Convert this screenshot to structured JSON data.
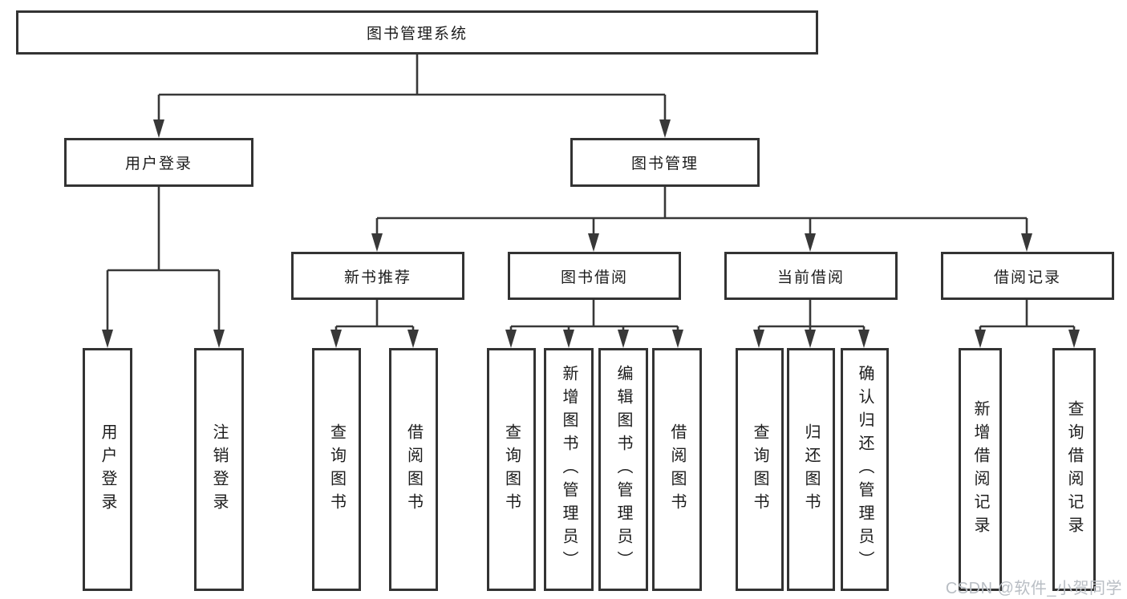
{
  "tree": {
    "root": {
      "label": "图书管理系统",
      "children": [
        {
          "label": "用户登录",
          "children": [
            {
              "label": "用户登录"
            },
            {
              "label": "注销登录"
            }
          ]
        },
        {
          "label": "图书管理",
          "children": [
            {
              "label": "新书推荐",
              "children": [
                {
                  "label": "查询图书"
                },
                {
                  "label": "借阅图书"
                }
              ]
            },
            {
              "label": "图书借阅",
              "children": [
                {
                  "label": "查询图书"
                },
                {
                  "label": "新增图书（管理员）"
                },
                {
                  "label": "编辑图书（管理员）"
                },
                {
                  "label": "借阅图书"
                }
              ]
            },
            {
              "label": "当前借阅",
              "children": [
                {
                  "label": "查询图书"
                },
                {
                  "label": "归还图书"
                },
                {
                  "label": "确认归还（管理员）"
                }
              ]
            },
            {
              "label": "借阅记录",
              "children": [
                {
                  "label": "新增借阅记录"
                },
                {
                  "label": "查询借阅记录"
                }
              ]
            }
          ]
        }
      ]
    }
  },
  "watermark": "CSDN @软件_小贺同学",
  "colors": {
    "line": "#383838",
    "box_border": "#333333",
    "text": "#1c1c1c",
    "watermark": "#b9bec4"
  }
}
